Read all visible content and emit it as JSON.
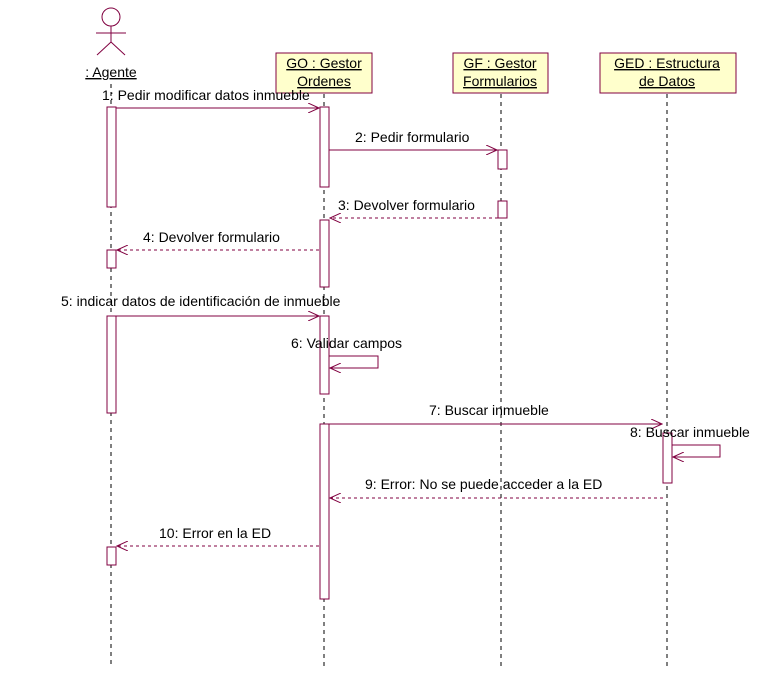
{
  "actor": {
    "name": ": Agente"
  },
  "objects": [
    {
      "id": "go",
      "lines": [
        "GO : Gestor",
        "Ordenes"
      ]
    },
    {
      "id": "gf",
      "lines": [
        "GF : Gestor",
        "Formularios"
      ]
    },
    {
      "id": "ged",
      "lines": [
        "GED : Estructura",
        "de Datos"
      ]
    }
  ],
  "messages": [
    {
      "label": "1: Pedir modificar datos inmueble",
      "kind": "call"
    },
    {
      "label": "2: Pedir formulario",
      "kind": "call"
    },
    {
      "label": "3: Devolver formulario",
      "kind": "return"
    },
    {
      "label": "4: Devolver formulario",
      "kind": "return"
    },
    {
      "label": "5: indicar datos de identificación de inmueble",
      "kind": "call"
    },
    {
      "label": "6: Validar campos",
      "kind": "self"
    },
    {
      "label": "7: Buscar inmueble",
      "kind": "call"
    },
    {
      "label": "8: Buscar inmueble",
      "kind": "self"
    },
    {
      "label": "9: Error: No se puede acceder a la ED",
      "kind": "return"
    },
    {
      "label": "10: Error en la ED",
      "kind": "return"
    }
  ],
  "colors": {
    "line": "#800040",
    "box_fill": "#ffffcc",
    "box_stroke": "#800040",
    "lifeline": "#000000",
    "text": "#000000"
  }
}
